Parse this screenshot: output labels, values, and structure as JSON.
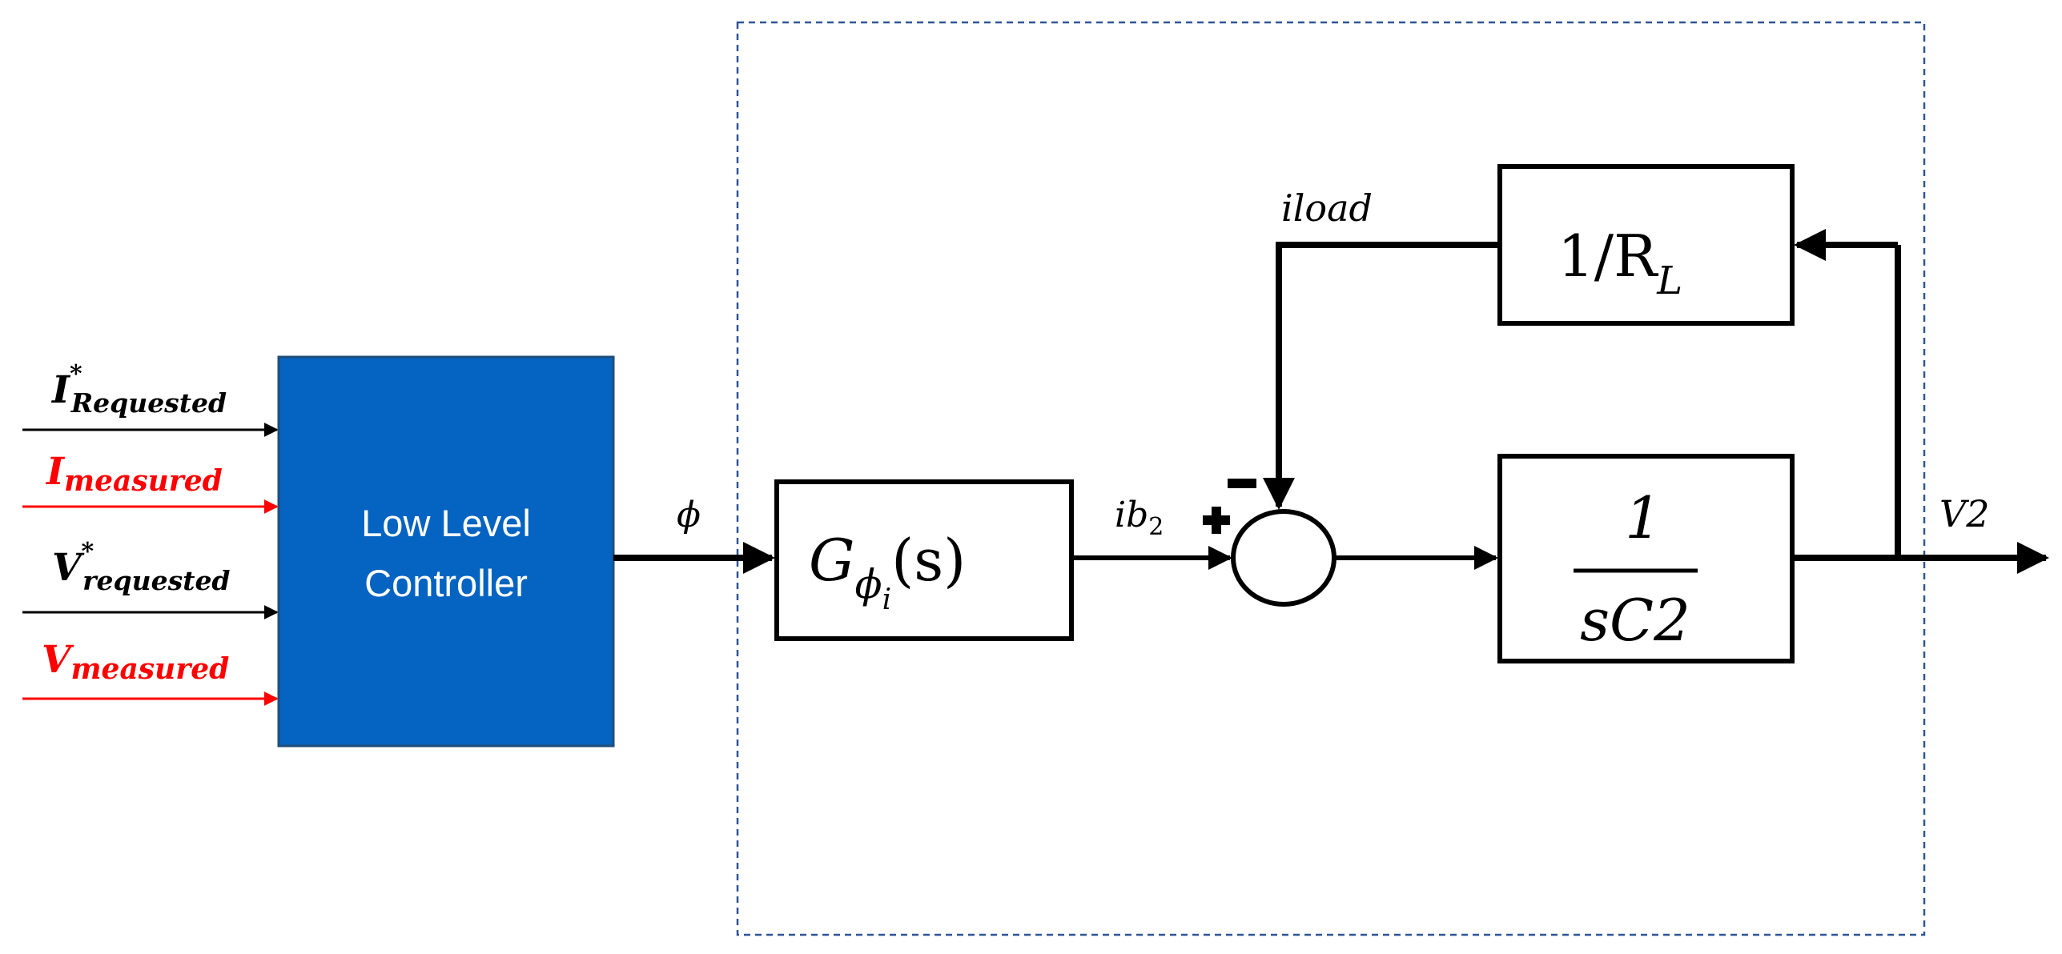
{
  "inputs": [
    {
      "main": "I",
      "sub": "Requested",
      "sup": "*",
      "color": "#000000"
    },
    {
      "main": "I",
      "sub": "measured",
      "sup": "",
      "color": "#ff0000"
    },
    {
      "main": "V",
      "sub": "requested",
      "sup": "*",
      "color": "#000000"
    },
    {
      "main": "V",
      "sub": "measured",
      "sup": "",
      "color": "#ff0000"
    }
  ],
  "controller": {
    "line1": "Low Level",
    "line2": "Controller",
    "fill": "#0563c1"
  },
  "signals": {
    "phi": "ϕ",
    "ib_main": "ib",
    "ib_sub": "2",
    "iload": "iload",
    "v2": "V2"
  },
  "blocks": {
    "g": {
      "main": "G",
      "sub": "ϕ",
      "subsub": "i",
      "arg": "(s)"
    },
    "rl": {
      "prefix": "1/R",
      "sub": "L"
    },
    "integrator": {
      "num": "1",
      "den": "sC2"
    }
  },
  "summing_junction": {
    "plus": "+",
    "minus": "−"
  },
  "colors": {
    "line": "#000000",
    "frame": "#2f5597",
    "red": "#ff0000"
  }
}
